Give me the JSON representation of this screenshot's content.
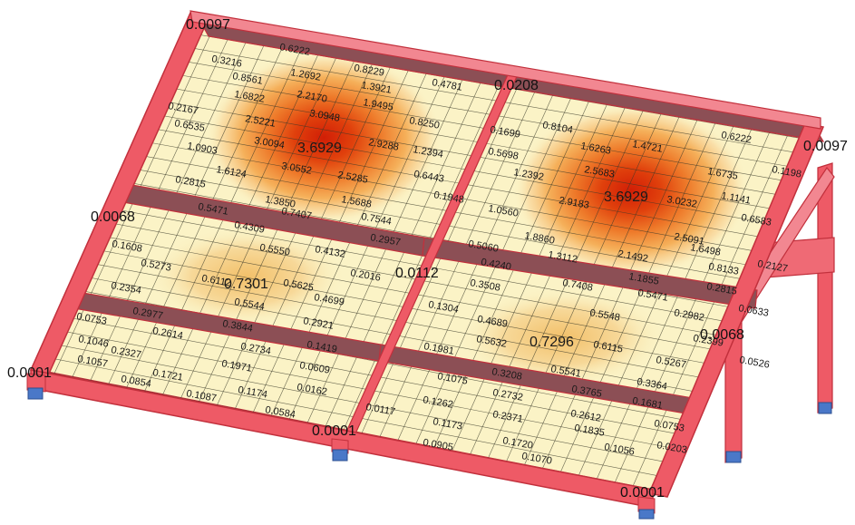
{
  "colors": {
    "frame": "#ee5a66",
    "frame_light": "#f6a2a9",
    "frame_edge": "#c2303c",
    "beam_shadow": "#8c4f55",
    "plate_base": "#fbf3c6",
    "mesh": "#3a3a2a",
    "support": "#4a78c8",
    "heat_peak": "#d11e06",
    "heat_high": "#ea5a18",
    "heat_mid": "#f3a048",
    "heat_low": "#f8d08e"
  },
  "peak_values": {
    "panel_top_left": "3.6929",
    "panel_top_right": "3.6929",
    "panel_mid_left": "0.7301",
    "panel_mid_right": "0.7296"
  },
  "corner_values": {
    "top_left_corner": "0.0097",
    "top_center_beam": "0.0208",
    "top_right_corner": "0.0097",
    "left_mid_beam": "0.0068",
    "center_mid_beam": "0.0112",
    "right_mid_beam": "0.0068",
    "bottom_left_corner": "0.0001",
    "bottom_center_corner": "0.0001",
    "bottom_right_corner": "0.0001"
  },
  "contour_labels": [
    "0.6222",
    "0.3216",
    "0.8229",
    "0.8561",
    "1.2692",
    "0.4781",
    "1.3921",
    "0.2167",
    "1.6822",
    "2.2170",
    "0.6535",
    "2.5221",
    "3.0948",
    "1.9495",
    "0.8250",
    "3.0094",
    "2.9288",
    "1.0903",
    "1.2394",
    "1.6124",
    "3.0552",
    "0.2815",
    "2.5285",
    "0.6443",
    "0.5471",
    "1.3850",
    "1.5688",
    "0.1948",
    "0.7407",
    "0.7544",
    "0.4309",
    "0.2957",
    "0.1608",
    "0.5550",
    "0.4132",
    "0.5273",
    "0.6112",
    "0.5625",
    "0.2016",
    "0.2354",
    "0.4699",
    "0.5544",
    "0.2977",
    "0.0753",
    "0.3844",
    "0.2921",
    "0.2614",
    "0.1046",
    "0.2734",
    "0.1419",
    "0.2327",
    "0.1057",
    "0.1971",
    "0.0609",
    "0.1721",
    "0.0854",
    "0.1174",
    "0.0162",
    "0.1087",
    "0.0584",
    "0.1699",
    "0.8104",
    "0.5698",
    "1.6263",
    "1.4721",
    "0.6222",
    "2.5683",
    "1.2392",
    "1.6735",
    "0.1198",
    "1.0560",
    "2.9183",
    "3.0232",
    "1.1141",
    "1.8860",
    "2.5091",
    "0.6583",
    "0.5060",
    "1.3112",
    "2.1492",
    "1.6498",
    "0.2127",
    "0.4240",
    "1.1855",
    "0.8133",
    "0.3508",
    "0.7408",
    "0.5471",
    "0.2815",
    "0.1304",
    "0.4689",
    "0.5548",
    "0.2982",
    "0.0633",
    "0.1981",
    "0.5632",
    "0.6115",
    "0.2399",
    "0.5267",
    "0.0526",
    "0.3208",
    "0.5541",
    "0.1075",
    "0.2732",
    "0.3765",
    "0.3364",
    "0.1262",
    "0.2371",
    "0.2612",
    "0.1681",
    "0.0117",
    "0.1173",
    "0.1835",
    "0.0753",
    "0.0905",
    "0.1720",
    "0.1056",
    "0.0203",
    "0.1070"
  ]
}
